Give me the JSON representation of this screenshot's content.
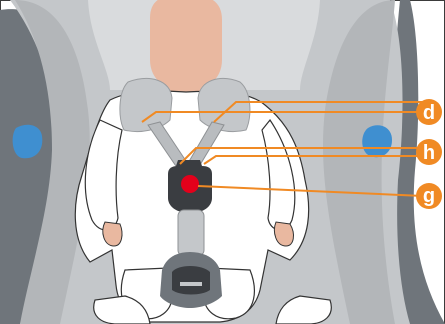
{
  "figure": {
    "callouts": [
      {
        "key": "d",
        "label": "d",
        "color": "#f08a24"
      },
      {
        "key": "h",
        "label": "h",
        "color": "#f08a24"
      },
      {
        "key": "g",
        "label": "g",
        "color": "#f08a24"
      }
    ],
    "colors": {
      "accent": "#f08a24",
      "seat_shell": "#7d8389",
      "seat_fabric": "#c4c7ca",
      "seat_fabric_light": "#d9dbdd",
      "harness": "#b9bcbf",
      "child_skin": "#e9b8a0",
      "child_clothes": "#ffffff",
      "buckle_body": "#3a3d41",
      "buckle_button": "#e3001b",
      "side_impact_blue": "#3f8fd0"
    },
    "icons": [
      "child-car-seat-illustration"
    ]
  }
}
